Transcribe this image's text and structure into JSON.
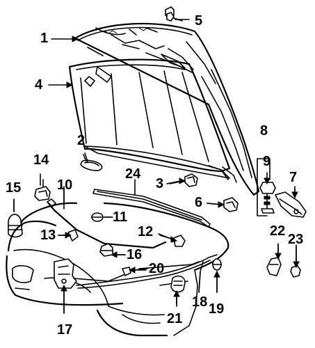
{
  "colors": {
    "line": "#000000",
    "background": "#ffffff"
  },
  "callouts": {
    "c1": "1",
    "c2": "2",
    "c3": "3",
    "c4": "4",
    "c5": "5",
    "c6": "6",
    "c7": "7",
    "c8": "8",
    "c9": "9",
    "c10": "10",
    "c11": "11",
    "c12": "12",
    "c13": "13",
    "c14": "14",
    "c15": "15",
    "c16": "16",
    "c17": "17",
    "c18": "18",
    "c19": "19",
    "c20": "20",
    "c21": "21",
    "c22": "22",
    "c23": "23",
    "c24": "24"
  }
}
